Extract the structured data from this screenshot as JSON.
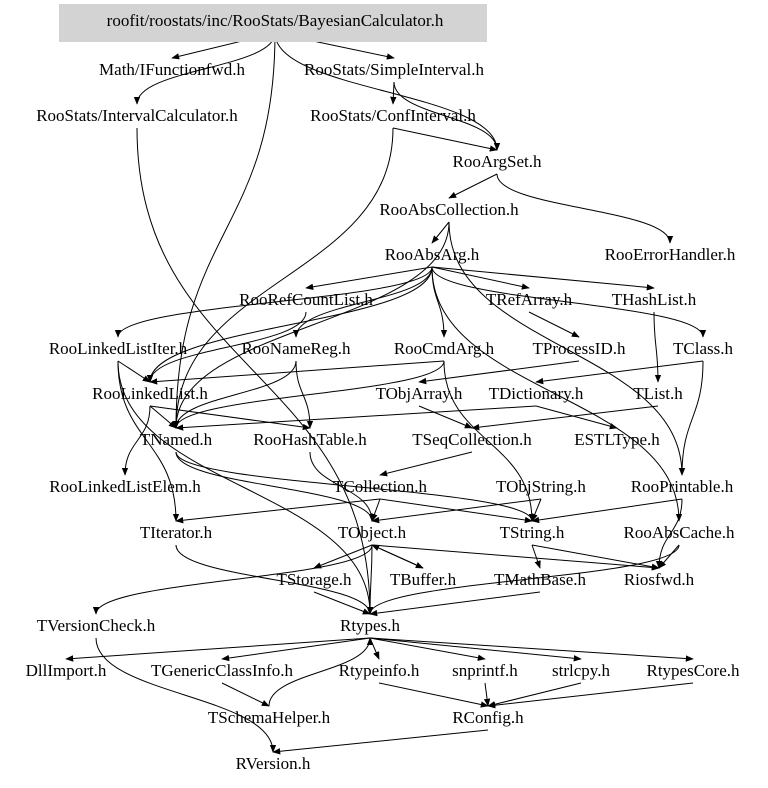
{
  "title": "roofit/roostats/inc/RooStats/BayesianCalculator.h",
  "colors": {
    "root_fill": "#d3d3d3",
    "edge": "#000000",
    "text": "#000000",
    "background": "#ffffff"
  },
  "nodes": [
    {
      "id": "BayesianCalculator",
      "label": "roofit/roostats/inc/RooStats/BayesianCalculator.h",
      "root": true
    },
    {
      "id": "IFunctionfwd",
      "label": "Math/IFunctionfwd.h"
    },
    {
      "id": "SimpleInterval",
      "label": "RooStats/SimpleInterval.h"
    },
    {
      "id": "IntervalCalculator",
      "label": "RooStats/IntervalCalculator.h"
    },
    {
      "id": "ConfInterval",
      "label": "RooStats/ConfInterval.h"
    },
    {
      "id": "RooArgSet",
      "label": "RooArgSet.h"
    },
    {
      "id": "RooAbsCollection",
      "label": "RooAbsCollection.h"
    },
    {
      "id": "RooAbsArg",
      "label": "RooAbsArg.h"
    },
    {
      "id": "RooErrorHandler",
      "label": "RooErrorHandler.h"
    },
    {
      "id": "RooRefCountList",
      "label": "RooRefCountList.h"
    },
    {
      "id": "TRefArray",
      "label": "TRefArray.h"
    },
    {
      "id": "THashList",
      "label": "THashList.h"
    },
    {
      "id": "RooLinkedListIter",
      "label": "RooLinkedListIter.h"
    },
    {
      "id": "RooNameReg",
      "label": "RooNameReg.h"
    },
    {
      "id": "RooCmdArg",
      "label": "RooCmdArg.h"
    },
    {
      "id": "TProcessID",
      "label": "TProcessID.h"
    },
    {
      "id": "TClass",
      "label": "TClass.h"
    },
    {
      "id": "RooLinkedList",
      "label": "RooLinkedList.h"
    },
    {
      "id": "TObjArray",
      "label": "TObjArray.h"
    },
    {
      "id": "TDictionary",
      "label": "TDictionary.h"
    },
    {
      "id": "TList",
      "label": "TList.h"
    },
    {
      "id": "TNamed",
      "label": "TNamed.h"
    },
    {
      "id": "RooHashTable",
      "label": "RooHashTable.h"
    },
    {
      "id": "TSeqCollection",
      "label": "TSeqCollection.h"
    },
    {
      "id": "ESTLType",
      "label": "ESTLType.h"
    },
    {
      "id": "RooLinkedListElem",
      "label": "RooLinkedListElem.h"
    },
    {
      "id": "TCollection",
      "label": "TCollection.h"
    },
    {
      "id": "TObjString",
      "label": "TObjString.h"
    },
    {
      "id": "RooPrintable",
      "label": "RooPrintable.h"
    },
    {
      "id": "TIterator",
      "label": "TIterator.h"
    },
    {
      "id": "TObject",
      "label": "TObject.h"
    },
    {
      "id": "TString",
      "label": "TString.h"
    },
    {
      "id": "RooAbsCache",
      "label": "RooAbsCache.h"
    },
    {
      "id": "TStorage",
      "label": "TStorage.h"
    },
    {
      "id": "TBuffer",
      "label": "TBuffer.h"
    },
    {
      "id": "TMathBase",
      "label": "TMathBase.h"
    },
    {
      "id": "Riosfwd",
      "label": "Riosfwd.h"
    },
    {
      "id": "TVersionCheck",
      "label": "TVersionCheck.h"
    },
    {
      "id": "Rtypes",
      "label": "Rtypes.h"
    },
    {
      "id": "DllImport",
      "label": "DllImport.h"
    },
    {
      "id": "TGenericClassInfo",
      "label": "TGenericClassInfo.h"
    },
    {
      "id": "Rtypeinfo",
      "label": "Rtypeinfo.h"
    },
    {
      "id": "snprintf",
      "label": "snprintf.h"
    },
    {
      "id": "strlcpy",
      "label": "strlcpy.h"
    },
    {
      "id": "RtypesCore",
      "label": "RtypesCore.h"
    },
    {
      "id": "TSchemaHelper",
      "label": "TSchemaHelper.h"
    },
    {
      "id": "RConfig",
      "label": "RConfig.h"
    },
    {
      "id": "RVersion",
      "label": "RVersion.h"
    }
  ],
  "edges": [
    [
      "BayesianCalculator",
      "IFunctionfwd"
    ],
    [
      "BayesianCalculator",
      "SimpleInterval"
    ],
    [
      "BayesianCalculator",
      "IntervalCalculator"
    ],
    [
      "BayesianCalculator",
      "RooArgSet"
    ],
    [
      "BayesianCalculator",
      "TNamed"
    ],
    [
      "SimpleInterval",
      "ConfInterval"
    ],
    [
      "SimpleInterval",
      "RooArgSet"
    ],
    [
      "ConfInterval",
      "RooArgSet"
    ],
    [
      "ConfInterval",
      "TNamed"
    ],
    [
      "IntervalCalculator",
      "Rtypes"
    ],
    [
      "RooArgSet",
      "RooAbsCollection"
    ],
    [
      "RooArgSet",
      "RooErrorHandler"
    ],
    [
      "RooAbsCollection",
      "RooAbsArg"
    ],
    [
      "RooAbsCollection",
      "TNamed"
    ],
    [
      "RooAbsCollection",
      "RooPrintable"
    ],
    [
      "RooAbsArg",
      "RooLinkedListIter"
    ],
    [
      "RooAbsArg",
      "RooRefCountList"
    ],
    [
      "RooAbsArg",
      "TRefArray"
    ],
    [
      "RooAbsArg",
      "THashList"
    ],
    [
      "RooAbsArg",
      "RooNameReg"
    ],
    [
      "RooAbsArg",
      "RooCmdArg"
    ],
    [
      "RooAbsArg",
      "TClass"
    ],
    [
      "RooAbsArg",
      "RooAbsCache"
    ],
    [
      "RooAbsArg",
      "RooLinkedList"
    ],
    [
      "RooRefCountList",
      "RooLinkedList"
    ],
    [
      "TRefArray",
      "TProcessID"
    ],
    [
      "THashList",
      "TList"
    ],
    [
      "RooLinkedListIter",
      "RooLinkedList"
    ],
    [
      "RooLinkedListIter",
      "TIterator"
    ],
    [
      "RooLinkedListIter",
      "Rtypes"
    ],
    [
      "RooNameReg",
      "TNamed"
    ],
    [
      "RooNameReg",
      "RooHashTable"
    ],
    [
      "RooCmdArg",
      "TNamed"
    ],
    [
      "RooCmdArg",
      "RooLinkedList"
    ],
    [
      "RooCmdArg",
      "TString"
    ],
    [
      "TProcessID",
      "TObjArray"
    ],
    [
      "TClass",
      "TDictionary"
    ],
    [
      "TClass",
      "RooPrintable"
    ],
    [
      "RooLinkedList",
      "TNamed"
    ],
    [
      "RooLinkedList",
      "RooLinkedListElem"
    ],
    [
      "RooLinkedList",
      "RooHashTable"
    ],
    [
      "TObjArray",
      "TSeqCollection"
    ],
    [
      "TDictionary",
      "TNamed"
    ],
    [
      "TDictionary",
      "ESTLType"
    ],
    [
      "TList",
      "TSeqCollection"
    ],
    [
      "TNamed",
      "TObject"
    ],
    [
      "TNamed",
      "TString"
    ],
    [
      "RooHashTable",
      "TObject"
    ],
    [
      "TSeqCollection",
      "TCollection"
    ],
    [
      "TCollection",
      "TObject"
    ],
    [
      "TCollection",
      "TIterator"
    ],
    [
      "TCollection",
      "TString"
    ],
    [
      "TObjString",
      "TString"
    ],
    [
      "TObjString",
      "TObject"
    ],
    [
      "RooPrintable",
      "Riosfwd"
    ],
    [
      "RooPrintable",
      "TString"
    ],
    [
      "TIterator",
      "Rtypes"
    ],
    [
      "TObject",
      "TStorage"
    ],
    [
      "TObject",
      "TBuffer"
    ],
    [
      "TObject",
      "Rtypes"
    ],
    [
      "TObject",
      "Riosfwd"
    ],
    [
      "TObject",
      "TVersionCheck"
    ],
    [
      "TString",
      "TMathBase"
    ],
    [
      "TString",
      "Riosfwd"
    ],
    [
      "RooAbsCache",
      "Riosfwd"
    ],
    [
      "RooAbsCache",
      "Rtypes"
    ],
    [
      "TStorage",
      "Rtypes"
    ],
    [
      "TBuffer",
      "TObject"
    ],
    [
      "TMathBase",
      "Rtypes"
    ],
    [
      "TVersionCheck",
      "RVersion"
    ],
    [
      "Rtypes",
      "DllImport"
    ],
    [
      "Rtypes",
      "TGenericClassInfo"
    ],
    [
      "Rtypes",
      "Rtypeinfo"
    ],
    [
      "Rtypes",
      "snprintf"
    ],
    [
      "Rtypes",
      "strlcpy"
    ],
    [
      "Rtypes",
      "RtypesCore"
    ],
    [
      "TGenericClassInfo",
      "TSchemaHelper"
    ],
    [
      "TSchemaHelper",
      "Rtypes"
    ],
    [
      "Rtypeinfo",
      "RConfig"
    ],
    [
      "snprintf",
      "RConfig"
    ],
    [
      "strlcpy",
      "RConfig"
    ],
    [
      "RtypesCore",
      "RConfig"
    ],
    [
      "RConfig",
      "RVersion"
    ]
  ]
}
